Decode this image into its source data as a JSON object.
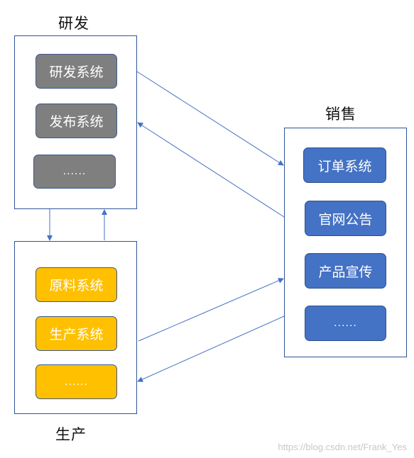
{
  "groups": {
    "rd": {
      "title": "研发",
      "items": [
        "研发系统",
        "发布系统",
        "......"
      ]
    },
    "production": {
      "title": "生产",
      "items": [
        "原料系统",
        "生产系统",
        "......"
      ]
    },
    "sales": {
      "title": "销售",
      "items": [
        "订单系统",
        "官网公告",
        "产品宣传",
        "......"
      ]
    }
  },
  "colors": {
    "border": "#2f5597",
    "arrow": "#4472c4",
    "rd_node": "#7f7f7f",
    "production_node": "#ffc000",
    "sales_node": "#4472c4"
  },
  "watermark": "https://blog.csdn.net/Frank_Yes"
}
